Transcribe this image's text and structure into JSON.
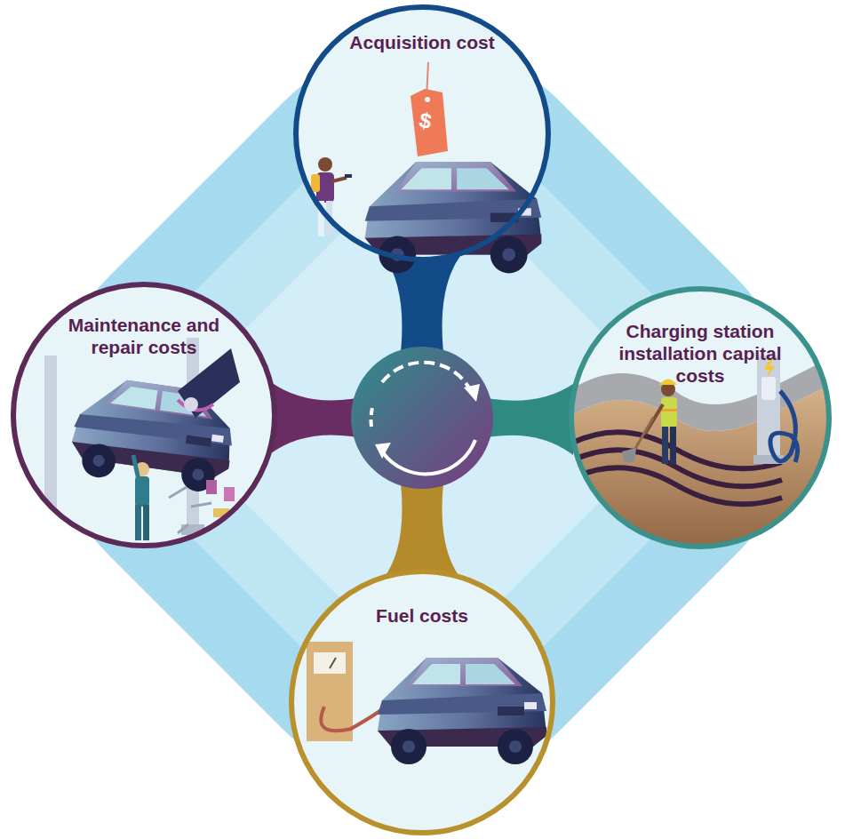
{
  "diagram": {
    "nodes": [
      {
        "text": [
          "Acquisition cost"
        ]
      },
      {
        "text": [
          "Maintenance and repair costs"
        ]
      },
      {
        "text": [
          "Charging station installation capital costs"
        ]
      },
      {
        "text": [
          "Fuel costs"
        ]
      }
    ],
    "labels": [
      "$"
    ]
  }
}
